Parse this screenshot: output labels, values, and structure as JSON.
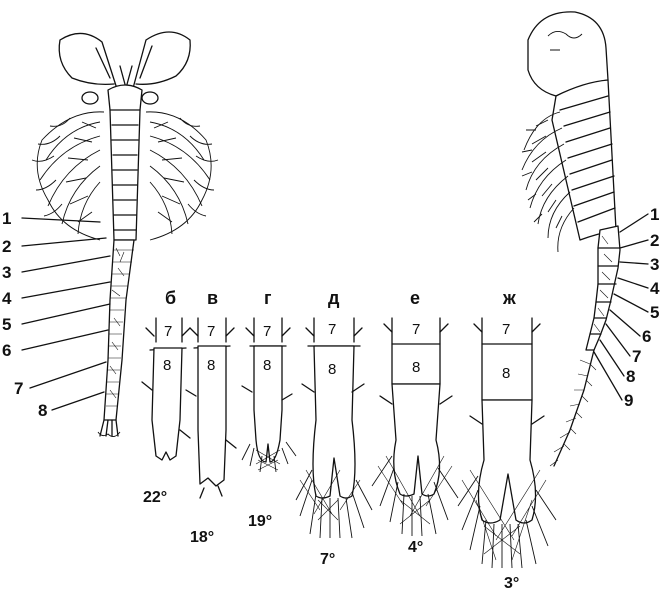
{
  "left_specimen": {
    "numbers": [
      "1",
      "2",
      "3",
      "4",
      "5",
      "6",
      "7",
      "8"
    ]
  },
  "right_specimen": {
    "numbers": [
      "1",
      "2",
      "3",
      "4",
      "5",
      "6",
      "7",
      "8",
      "9"
    ]
  },
  "tails": [
    {
      "letter": "б",
      "top_segment": "7",
      "bottom_segment": "8",
      "temperature": "22°"
    },
    {
      "letter": "в",
      "top_segment": "7",
      "bottom_segment": "8",
      "temperature": "18°"
    },
    {
      "letter": "г",
      "top_segment": "7",
      "bottom_segment": "8",
      "temperature": "19°"
    },
    {
      "letter": "д",
      "top_segment": "7",
      "bottom_segment": "8",
      "temperature": "7°"
    },
    {
      "letter": "е",
      "top_segment": "7",
      "bottom_segment": "8",
      "temperature": "4°"
    },
    {
      "letter": "ж",
      "top_segment": "7",
      "bottom_segment": "8",
      "temperature": "3°"
    }
  ]
}
